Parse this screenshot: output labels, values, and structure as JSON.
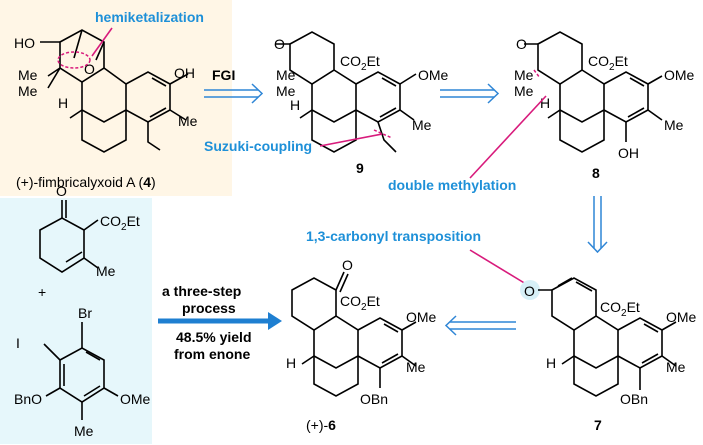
{
  "annotations": {
    "hemiketalization": "hemiketalization",
    "fgi": "FGI",
    "suzuki": "Suzuki-coupling",
    "double_methylation": "double methylation",
    "carbonyl_transposition": "1,3-carbonyl transposition"
  },
  "conditions": {
    "line1": "a three-step",
    "line2": "process",
    "line3": "48.5% yield",
    "line4": "from enone"
  },
  "compounds": {
    "target": {
      "name_prefix": "(+)-fimbricalyxoid A (",
      "number": "4",
      "name_suffix": ")"
    },
    "c9": {
      "number": "9"
    },
    "c8": {
      "number": "8"
    },
    "c7": {
      "number": "7"
    },
    "c6": {
      "prefix": "(+)-",
      "number": "6"
    }
  },
  "labels": {
    "co2et_a": "CO",
    "co2et_sub": "2",
    "co2et_b": "Et",
    "target_HO": "HO",
    "target_O": "O",
    "target_Me1": "Me",
    "target_Me2": "Me",
    "target_H": "H",
    "target_OH": "OH",
    "target_Me3": "Me",
    "c9_O": "O",
    "c9_Me1": "Me",
    "c9_Me2": "Me",
    "c9_H": "H",
    "c9_OMe": "OMe",
    "c9_Me3": "Me",
    "c8_O": "O",
    "c8_Me1": "Me",
    "c8_Me2": "Me",
    "c8_H": "H",
    "c8_OMe": "OMe",
    "c8_Me3": "Me",
    "c8_OH": "OH",
    "c7_O": "O",
    "c7_H": "H",
    "c7_OMe": "OMe",
    "c7_Me": "Me",
    "c7_OBn": "OBn",
    "c6_O": "O",
    "c6_H": "H",
    "c6_OMe": "OMe",
    "c6_Me": "Me",
    "c6_OBn": "OBn",
    "sm1_O": "O",
    "sm1_Me": "Me",
    "plus": "+",
    "sm2_Br": "Br",
    "sm2_I": "I",
    "sm2_OMe": "OMe",
    "sm2_BnO": "BnO",
    "sm2_Me": "Me"
  },
  "colors": {
    "annotation_blue": "#1e90d8",
    "pointer_pink": "#d81b7c",
    "arrow_blue": "#1e7fd1",
    "target_panel_bg": "#fff6e6",
    "start_panel_bg": "#e6f7fb"
  }
}
